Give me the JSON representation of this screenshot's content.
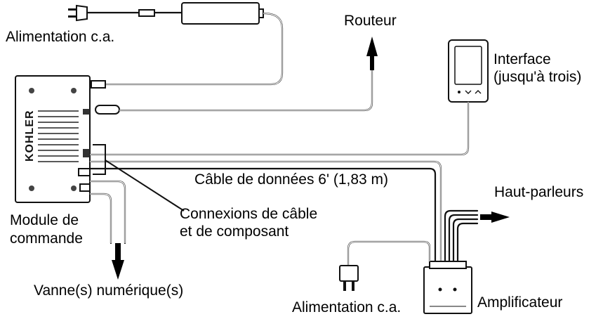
{
  "labels": {
    "ac_power_top": "Alimentation c.a.",
    "router": "Routeur",
    "interface_line1": "Interface",
    "interface_line2": "(jusqu'à trois)",
    "data_cable": "Câble de données 6' (1,83 m)",
    "speakers": "Haut-parleurs",
    "module_line1": "Module de",
    "module_line2": "commande",
    "connections_line1": "Connexions de câble",
    "connections_line2": "et de composant",
    "digital_valves": "Vanne(s) numérique(s)",
    "ac_power_bottom": "Alimentation c.a.",
    "amplifier": "Amplificateur"
  },
  "logos": {
    "module_brand": "KOHLER"
  }
}
